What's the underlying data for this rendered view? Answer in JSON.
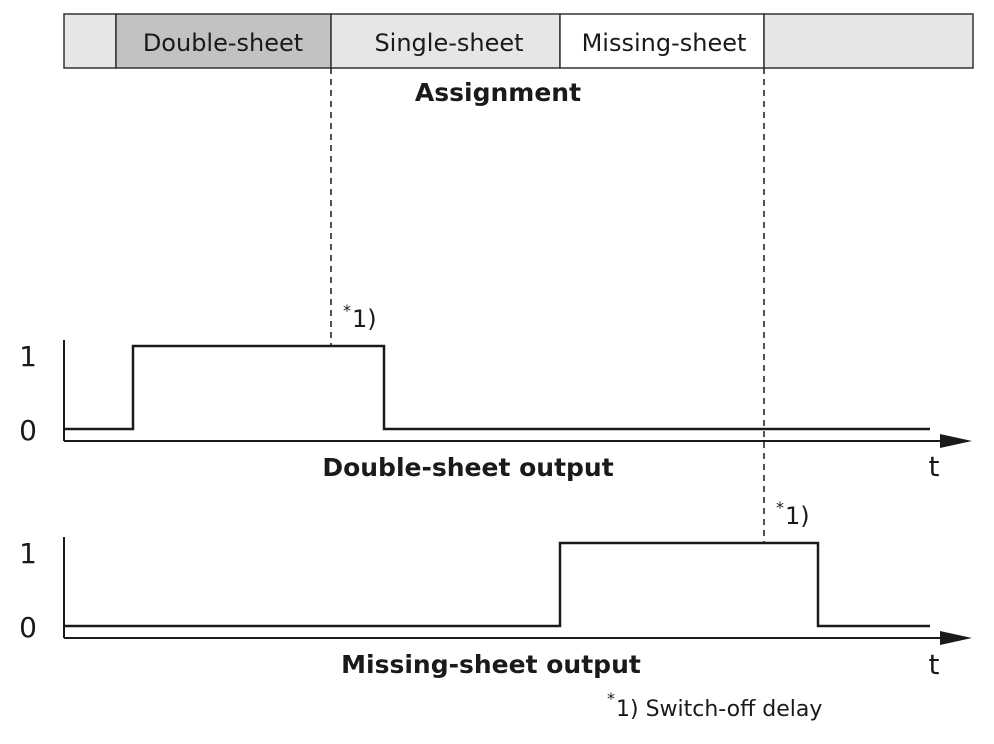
{
  "assignment_bar": {
    "segments": [
      {
        "label": "",
        "fill": "#e6e6e6"
      },
      {
        "label": "Double-sheet",
        "fill": "#c2c2c2"
      },
      {
        "label": "Single-sheet",
        "fill": "#e6e6e6"
      },
      {
        "label": "Missing-sheet",
        "fill": "#ffffff"
      },
      {
        "label": "",
        "fill": "#e6e6e6"
      }
    ],
    "title": "Assignment"
  },
  "timing_diagrams": [
    {
      "name": "Double-sheet output",
      "level_high": "1",
      "level_low": "0",
      "axis_label": "t",
      "delay_marker": "1)",
      "delay_marker_star": "*"
    },
    {
      "name": "Missing-sheet output",
      "level_high": "1",
      "level_low": "0",
      "axis_label": "t",
      "delay_marker": "1)",
      "delay_marker_star": "*"
    }
  ],
  "footnote": {
    "star": "*",
    "text": "1) Switch-off delay"
  },
  "colors": {
    "line": "#1a1a1a",
    "bar_border": "#333333"
  }
}
